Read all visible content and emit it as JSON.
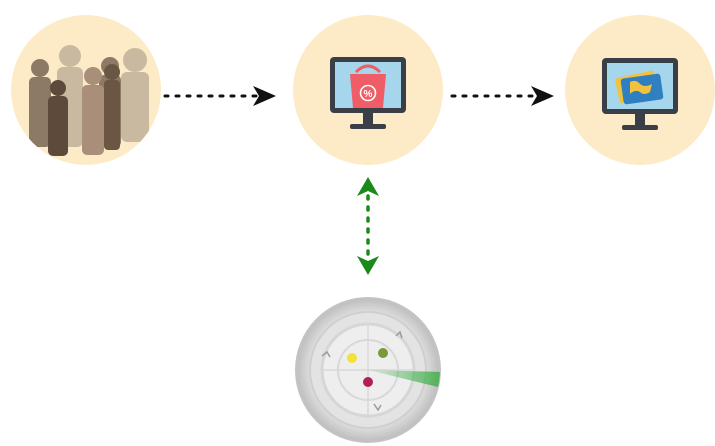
{
  "diagram": {
    "colors": {
      "node_fill": "#fcebc6",
      "arrow_black": "#111111",
      "arrow_green": "#1a8a1a",
      "monitor_frame": "#3a3f47",
      "monitor_screen": "#a6d6ec",
      "shopping_bag": "#ef5d67",
      "card_blue": "#2f7fc1",
      "map_yellow": "#f2c23c",
      "radar_outer": "#c9c9c9",
      "radar_inner": "#e6e6e6",
      "radar_sweep": "#3fb04a",
      "dot_yellow": "#f3e03a",
      "dot_green": "#7a9a3a",
      "dot_magenta": "#b0205a"
    },
    "nodes": [
      {
        "id": "people",
        "icon": "people-group-icon"
      },
      {
        "id": "shop",
        "icon": "shopping-monitor-icon",
        "badge": "%"
      },
      {
        "id": "payment",
        "icon": "credit-card-monitor-icon"
      },
      {
        "id": "radar",
        "icon": "radar-icon"
      }
    ],
    "edges": [
      {
        "from": "people",
        "to": "shop",
        "style": "dotted",
        "direction": "forward",
        "color": "black"
      },
      {
        "from": "shop",
        "to": "payment",
        "style": "dotted",
        "direction": "forward",
        "color": "black"
      },
      {
        "from": "shop",
        "to": "radar",
        "style": "dotted",
        "direction": "both",
        "color": "green"
      }
    ]
  }
}
